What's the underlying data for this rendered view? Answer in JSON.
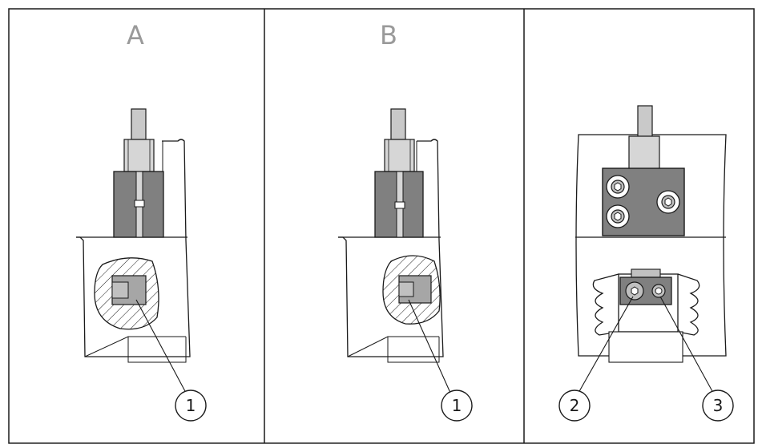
{
  "panels": [
    {
      "letter": "A",
      "callouts": [
        "1"
      ]
    },
    {
      "letter": "B",
      "callouts": [
        "1"
      ]
    },
    {
      "letter": "",
      "callouts": [
        "2",
        "3"
      ]
    }
  ],
  "colors": {
    "line": "#1a1a1a",
    "metal_dark": "#7a7a7a",
    "metal_mid": "#a8a8a8",
    "metal_light": "#d0d0d0",
    "letter": "#9a9a9a",
    "background": "#ffffff"
  }
}
